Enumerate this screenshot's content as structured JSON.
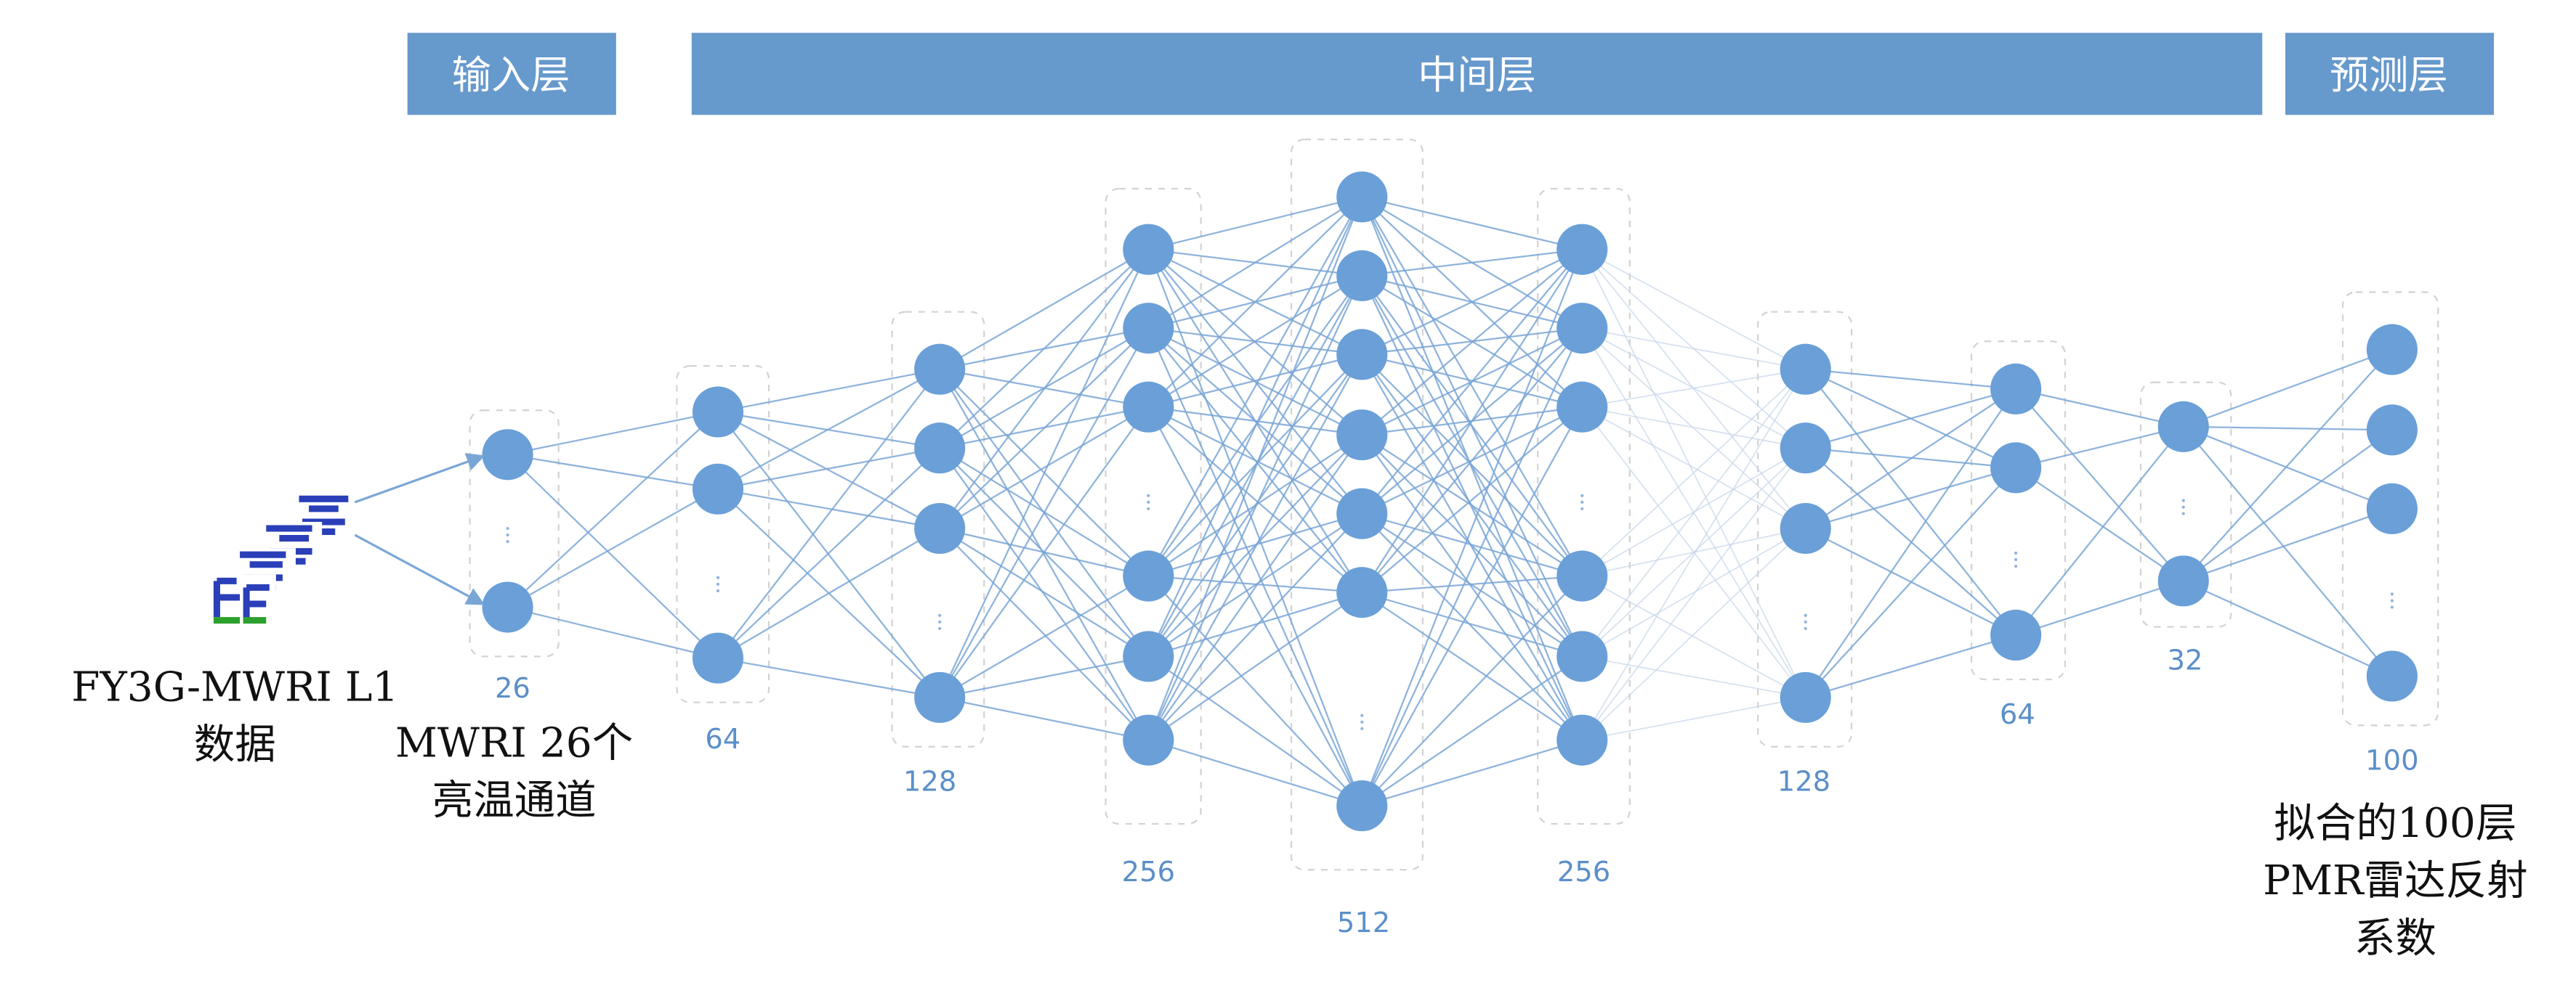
{
  "banners": {
    "input": "输入层",
    "middle": "中间层",
    "output": "预测层"
  },
  "layer_sizes": [
    "26",
    "64",
    "128",
    "256",
    "512",
    "256",
    "128",
    "64",
    "32",
    "100"
  ],
  "captions": {
    "source_line1": "FY3G-MWRI L1",
    "source_line2": "数据",
    "input_line1": "MWRI 26个",
    "input_line2": "亮温通道",
    "output_line1": "拟合的100层",
    "output_line2": "PMR雷达反射",
    "output_line3": "系数"
  },
  "colors": {
    "banner": "#6699cc",
    "node": "#6a9fd8",
    "edge": "#7aa6d6",
    "size_label": "#5b8fc9"
  }
}
